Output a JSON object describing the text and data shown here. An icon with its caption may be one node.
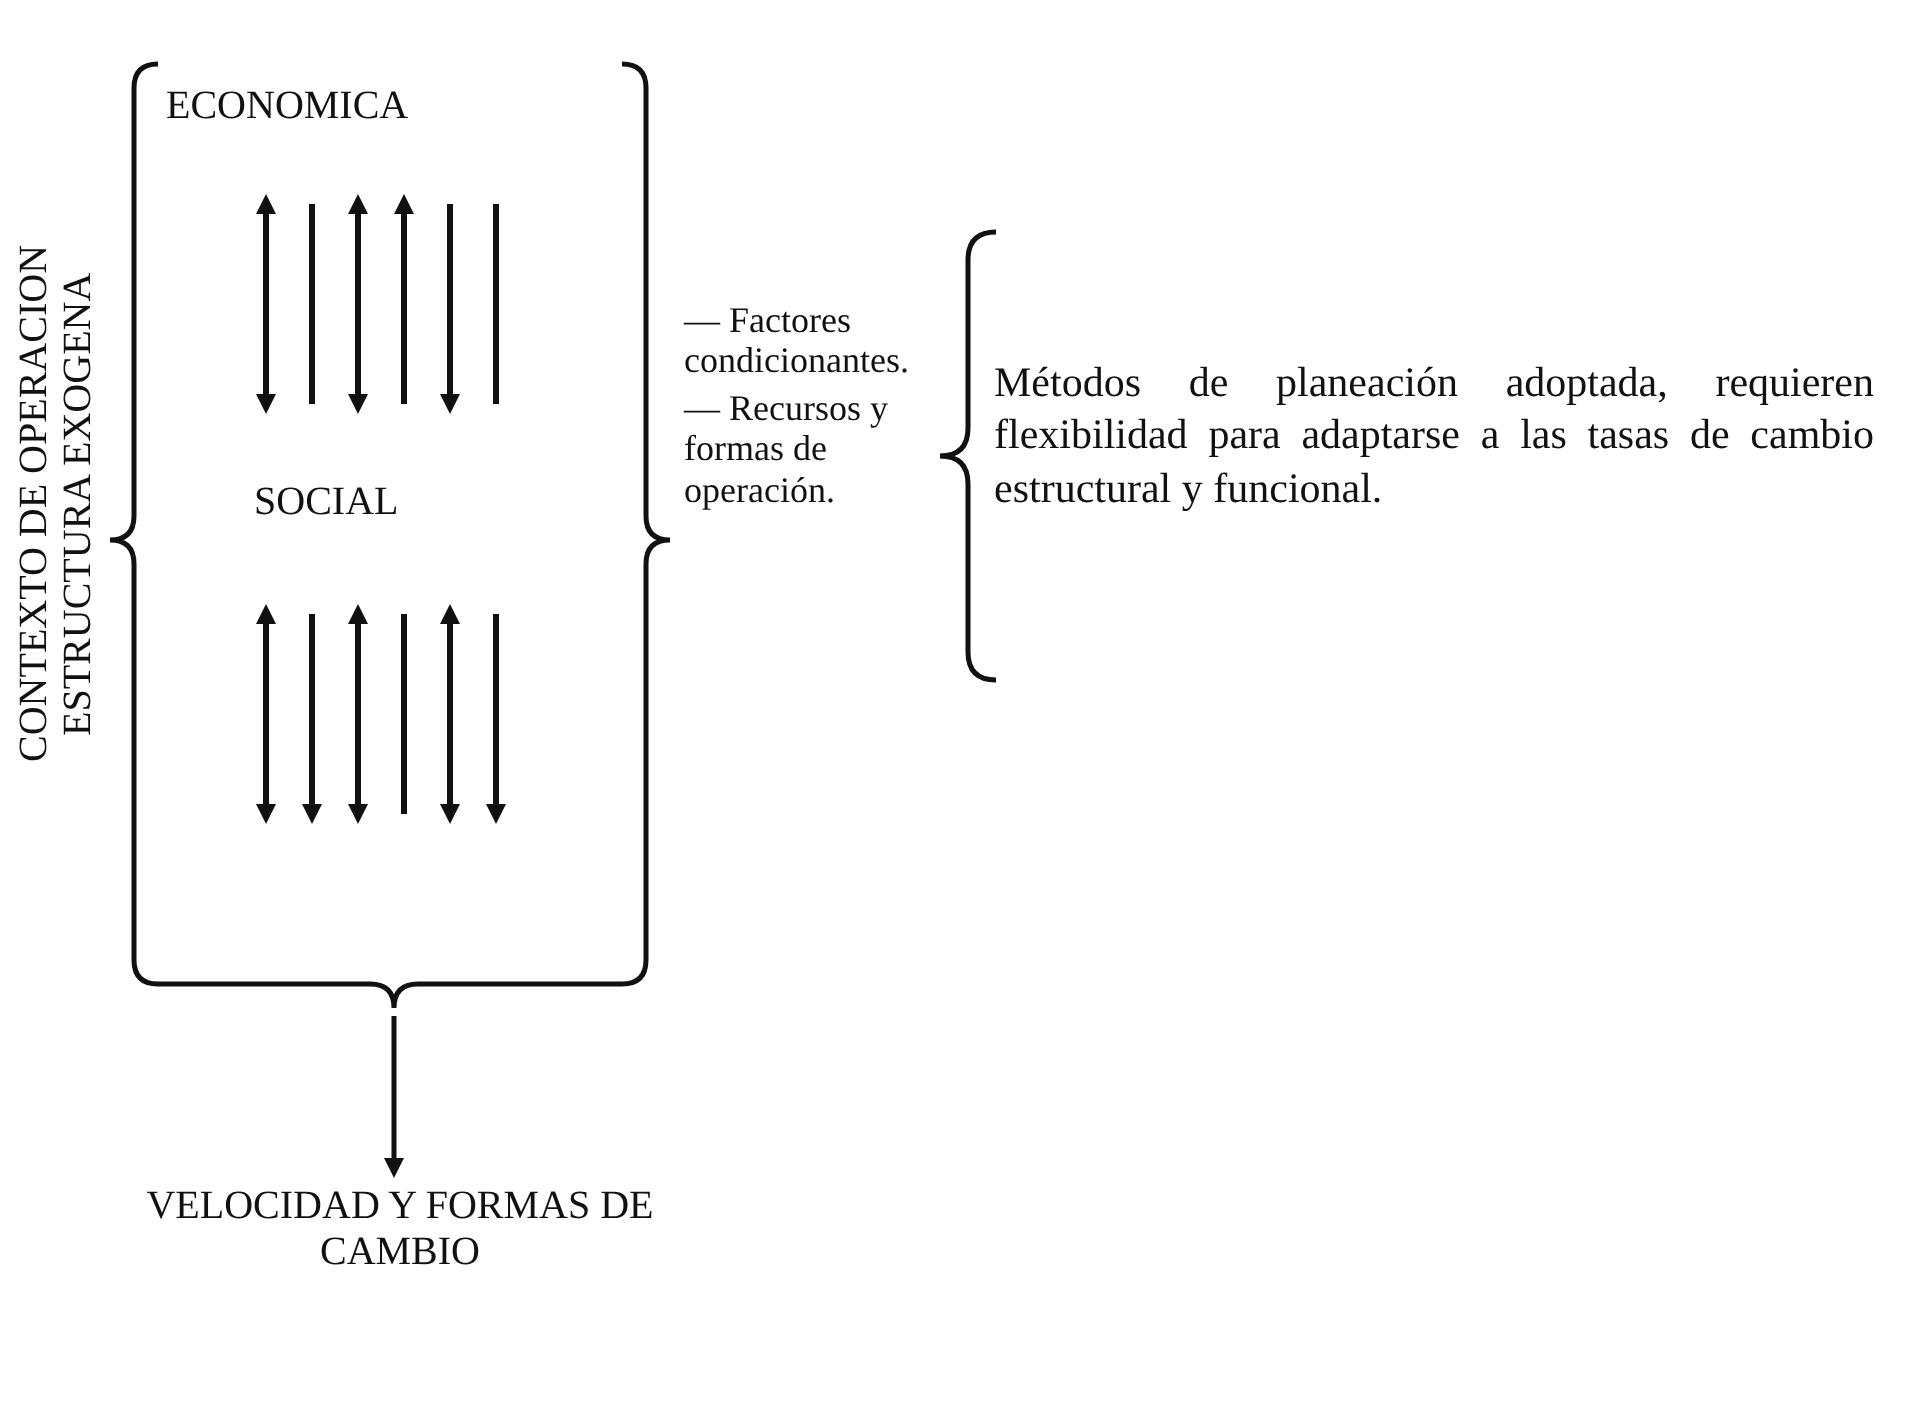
{
  "diagram": {
    "nodes": [
      {
        "text": [
          "ECONOMICA",
          "SOCIAL"
        ],
        "beside": [
          "CONTEXTO DE OPERACION ESTRUCTURA EXOGENA"
        ]
      },
      {
        "text": [
          "VELOCIDAD Y FORMAS DE CAMBIO"
        ]
      },
      {
        "text": [
          "— Factores condicionantes.",
          "— Recursos y formas de operación."
        ]
      },
      {
        "text": [
          "Métodos de planeación adoptada, requieren flexibilidad para adaptarse a las tasas de cambio estructural y funcional."
        ]
      }
    ],
    "edges": [
      {
        "from": 0,
        "to": 1,
        "arrow": "to"
      }
    ]
  }
}
